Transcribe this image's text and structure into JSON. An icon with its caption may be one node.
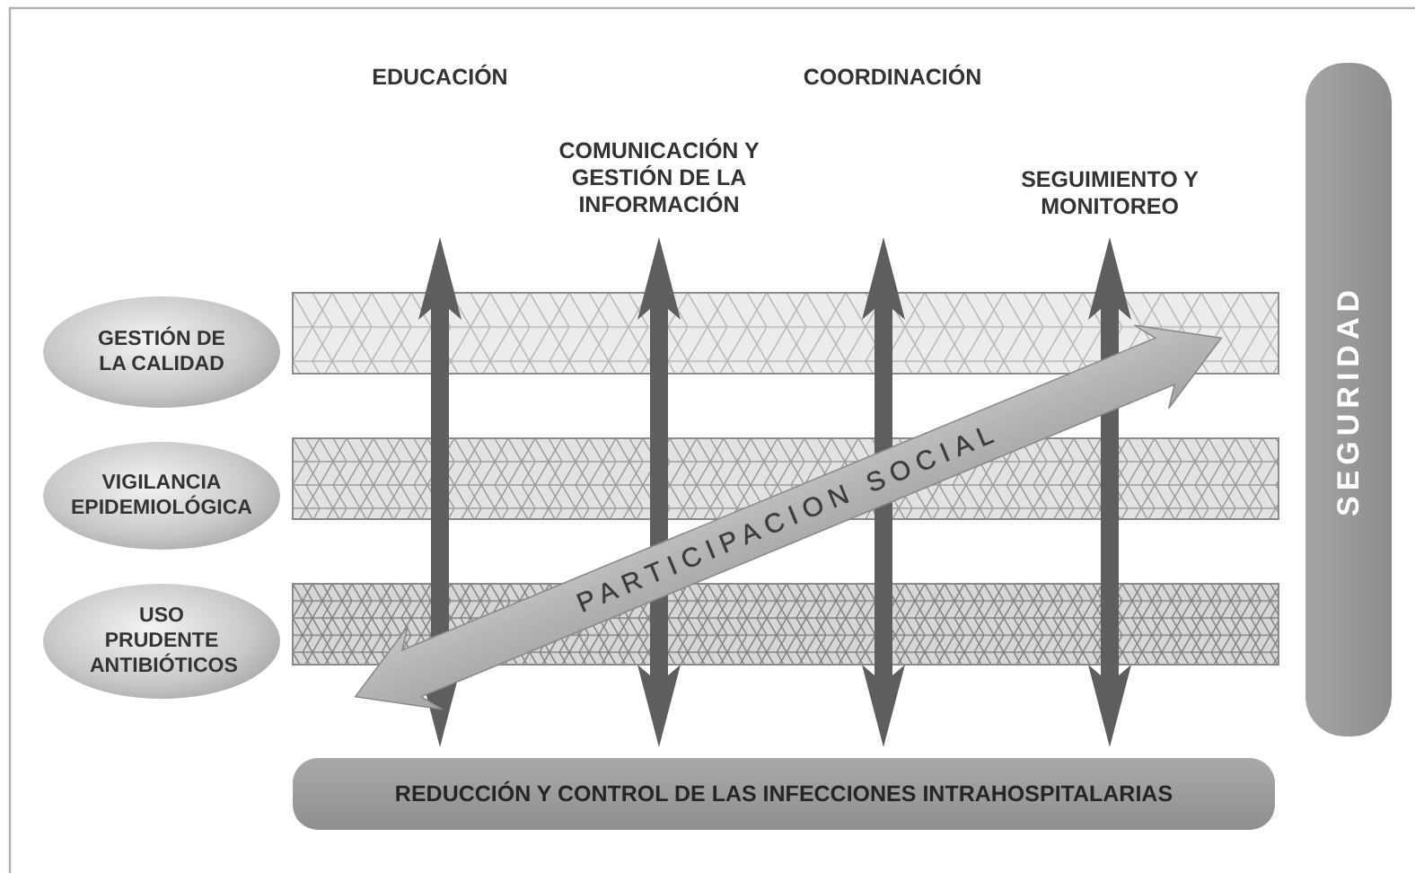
{
  "diagram": {
    "nodes": [
      {
        "text": [
          "GESTIÓN DE LA CALIDAD"
        ]
      },
      {
        "text": [
          "VIGILANCIA EPIDEMIOLÓGICA"
        ]
      },
      {
        "text": [
          "USO PRUDENTE ANTIBIÓTICOS"
        ]
      },
      {
        "text": [],
        "shape": "band"
      },
      {
        "text": [],
        "shape": "band"
      },
      {
        "text": [],
        "shape": "band"
      },
      {
        "text": [
          "PARTICIPACION SOCIAL"
        ]
      },
      {
        "text": [
          "SEGURIDAD"
        ]
      },
      {
        "text": [
          "REDUCCIÓN Y CONTROL DE LAS INFECCIONES INTRAHOSPITALARIAS"
        ]
      }
    ],
    "labels": [
      "EDUCACIÓN",
      "COORDINACIÓN",
      "COMUNICACIÓN Y GESTIÓN DE LA INFORMACIÓN",
      "SEGUIMIENTO Y MONITOREO"
    ]
  }
}
